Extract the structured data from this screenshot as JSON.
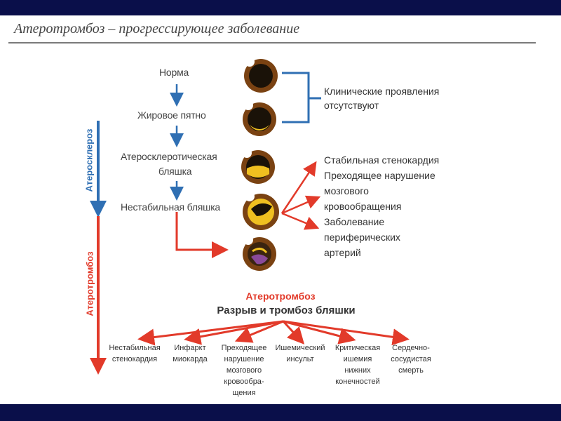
{
  "title": "Атеротромбоз – прогрессирующее заболевание",
  "stages": [
    "Норма",
    "Жировое пятно",
    "Атеросклеротическая",
    "бляшка",
    "Нестабильная бляшка"
  ],
  "vertical_labels": {
    "atherosclerosis": "Атеросклероз",
    "atherothrombosis": "Атеротромбоз"
  },
  "no_symptoms": [
    "Клинические проявления",
    "отсутствуют"
  ],
  "clinical": [
    "Стабильная стенокардия",
    "Преходящее нарушение",
    "мозгового",
    "кровообращения",
    "Заболевание",
    "периферических",
    "артерий"
  ],
  "center": {
    "red_title": "Атеротромбоз",
    "black_title": "Разрыв и тромбоз бляшки"
  },
  "outcomes": [
    [
      "Нестабильная",
      "стенокардия"
    ],
    [
      "Инфаркт",
      "миокарда"
    ],
    [
      "Преходящее",
      "нарушение",
      "мозгового",
      "кровообра-",
      "щения"
    ],
    [
      "Ишемический",
      "инсульт"
    ],
    [
      "Критическая",
      "ишемия",
      "нижних",
      "конечностей"
    ],
    [
      "Сердечно-",
      "сосудистая",
      "смерть"
    ]
  ],
  "colors": {
    "background": "#0a0f4a",
    "blue_arrow": "#2f6fb3",
    "red_arrow": "#e23a2a",
    "vessel_wall": "#6b3a12",
    "lumen": "#1a1208",
    "plaque": "#f0c020"
  }
}
